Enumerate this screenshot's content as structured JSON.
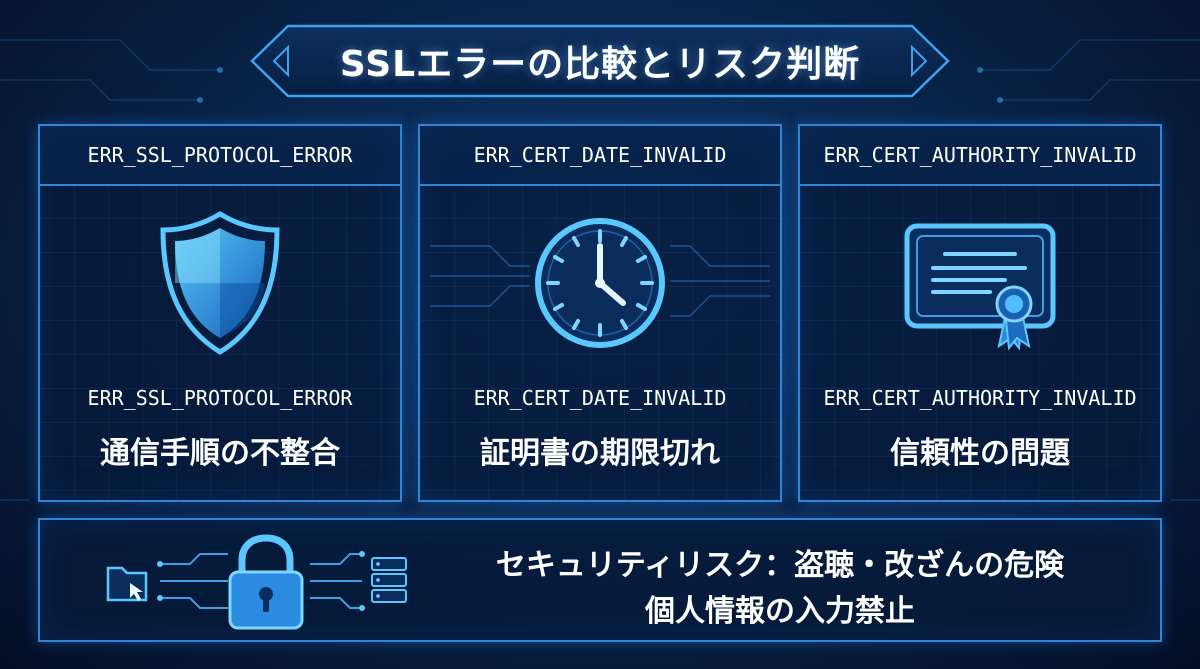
{
  "title": "SSLエラーの比較とリスク判断",
  "cards": [
    {
      "header": "ERR_SSL_PROTOCOL_ERROR",
      "code": "ERR_SSL_PROTOCOL_ERROR",
      "description": "通信手順の不整合",
      "icon": "shield-icon"
    },
    {
      "header": "ERR_CERT_DATE_INVALID",
      "code": "ERR_CERT_DATE_INVALID",
      "description": "証明書の期限切れ",
      "icon": "clock-icon"
    },
    {
      "header": "ERR_CERT_AUTHORITY_INVALID",
      "code": "ERR_CERT_AUTHORITY_INVALID",
      "description": "信頼性の問題",
      "icon": "certificate-icon"
    }
  ],
  "risk": {
    "line1": "セキュリティリスク：盗聴・改ざんの危険",
    "line2": "個人情報の入力禁止",
    "icons": [
      "folder-icon",
      "padlock-icon",
      "server-icon"
    ]
  },
  "colors": {
    "accent": "#2f86d8",
    "glow": "#3fb4ff",
    "background": "#071a36"
  }
}
